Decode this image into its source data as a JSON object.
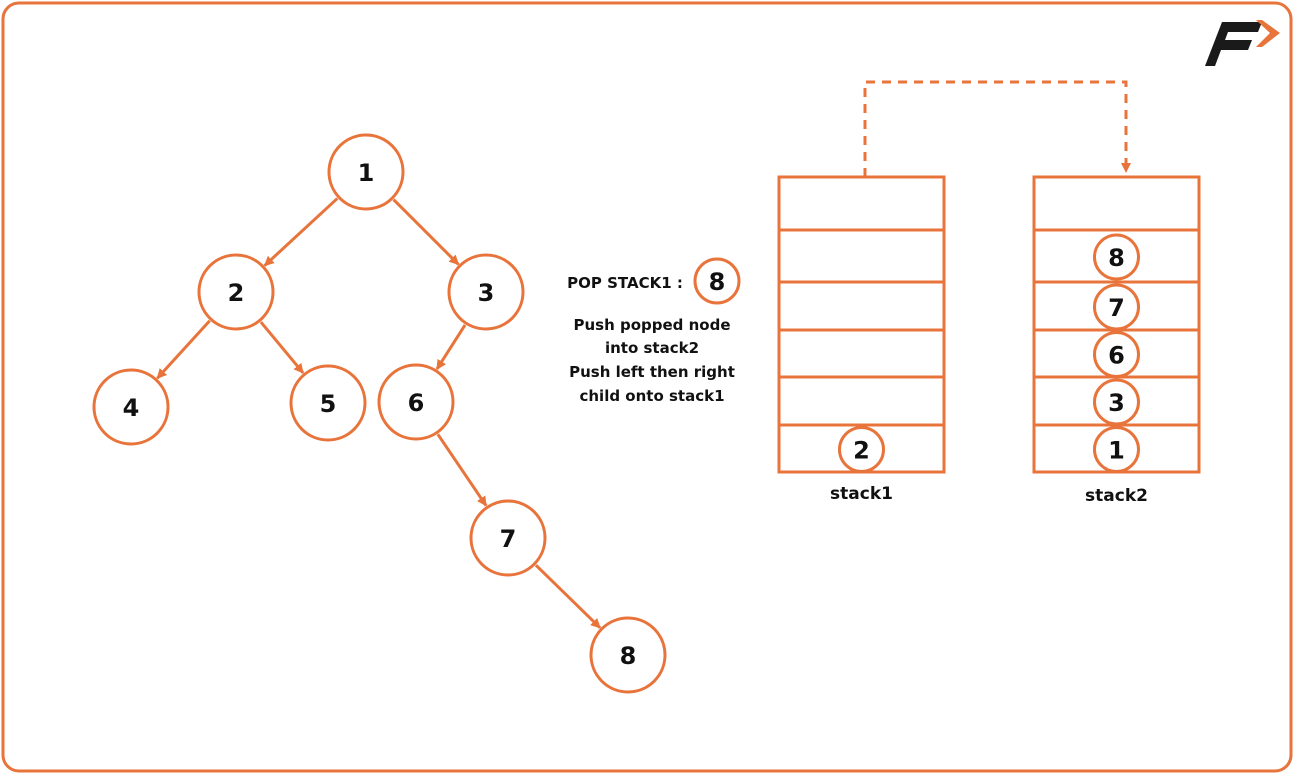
{
  "colors": {
    "accent": "#E8743B",
    "text": "#111111"
  },
  "logo": {
    "letter": "F"
  },
  "tree": {
    "nodes": [
      "1",
      "2",
      "3",
      "4",
      "5",
      "6",
      "7",
      "8"
    ],
    "edges": [
      [
        "1",
        "2"
      ],
      [
        "1",
        "3"
      ],
      [
        "2",
        "4"
      ],
      [
        "2",
        "5"
      ],
      [
        "3",
        "6"
      ],
      [
        "6",
        "7"
      ],
      [
        "7",
        "8"
      ]
    ]
  },
  "step": {
    "pop_label": "POP STACK1 :",
    "popped": "8",
    "notes": [
      "Push popped node",
      "into stack2",
      "Push left then right",
      "child onto stack1"
    ]
  },
  "stack1": {
    "label": "stack1",
    "items": [
      "2"
    ]
  },
  "stack2": {
    "label": "stack2",
    "items": [
      "1",
      "3",
      "6",
      "7",
      "8"
    ]
  }
}
